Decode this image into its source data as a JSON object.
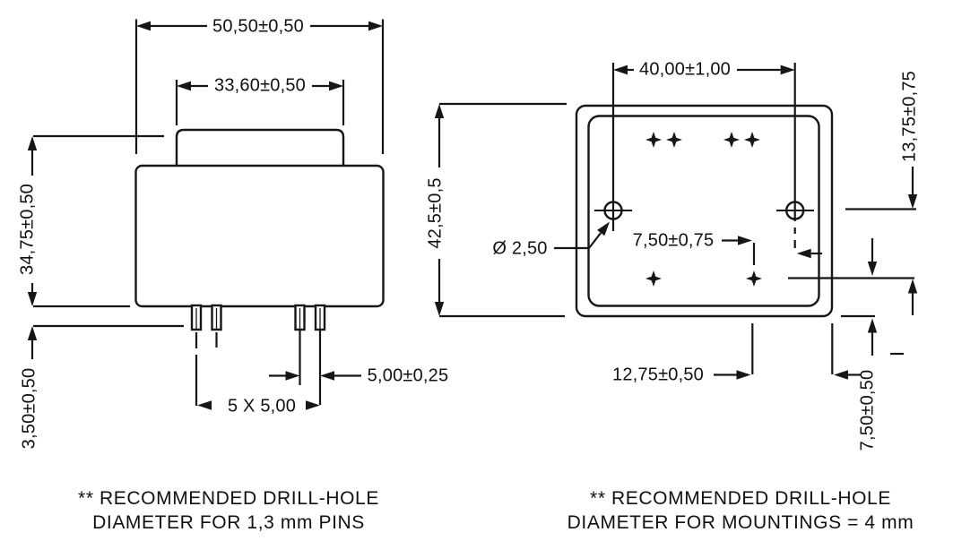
{
  "ink": "#161616",
  "background": "#ffffff",
  "front_view": {
    "title": "transformer-front-view",
    "dims": {
      "overall_width": "50,50±0,50",
      "cap_width": "33,60±0,50",
      "body_height": "34,75±0,50",
      "pin_length": "3,50±0,50",
      "pin_pitch": "5,00±0,25",
      "pin_span": "5 X 5,00"
    }
  },
  "bottom_view": {
    "title": "transformer-bottom-view",
    "dims": {
      "hole_spacing": "40,00±1,00",
      "overall_height": "42,5±0,5",
      "hole_to_pin_row": "13,75±0,75",
      "hole_diameter": "Ø 2,50",
      "hole_to_pin_col": "7,50±0,75",
      "pin_col_to_edge": "12,75±0,50",
      "pin_row_to_edge": "7,50±0,50"
    }
  },
  "captions": {
    "left": {
      "line1": "** RECOMMENDED DRILL-HOLE",
      "line2": "DIAMETER FOR 1,3 mm PINS"
    },
    "right": {
      "line1": "** RECOMMENDED DRILL-HOLE",
      "line2": "DIAMETER FOR MOUNTINGS = 4 mm"
    }
  }
}
